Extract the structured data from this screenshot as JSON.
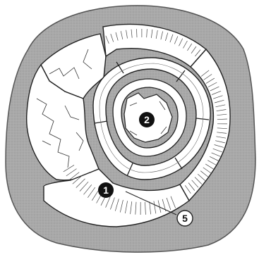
{
  "callouts": [
    {
      "label": "1",
      "style": "filled"
    },
    {
      "label": "2",
      "style": "filled"
    },
    {
      "label": "5",
      "style": "outline"
    }
  ],
  "colors": {
    "tissue": "#a8a8a8",
    "outline": "#222222",
    "fragment": "#ffffff",
    "callout_fill": "#111111",
    "callout_text": "#ffffff"
  }
}
